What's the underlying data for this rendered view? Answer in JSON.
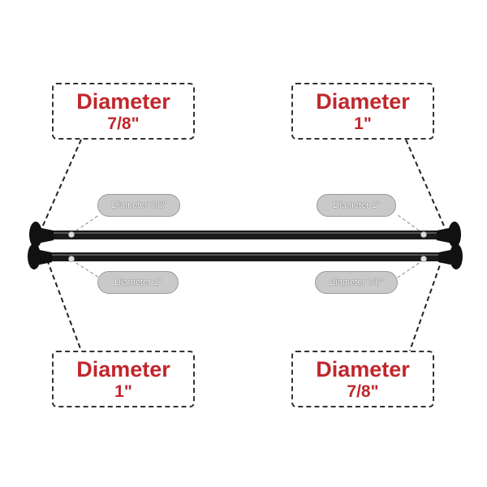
{
  "callouts": {
    "top_left": {
      "line1": "Diameter",
      "line2": "7/8\""
    },
    "top_right": {
      "line1": "Diameter",
      "line2": "1\""
    },
    "bottom_left": {
      "line1": "Diameter",
      "line2": "1\""
    },
    "bottom_right": {
      "line1": "Diameter",
      "line2": "7/8\""
    }
  },
  "tags": {
    "upper_left": "Diameter 7/8\"",
    "upper_right": "Diameter 1\"",
    "lower_left": "Diameter 1\"",
    "lower_right": "Diameter 7/8\""
  },
  "colors": {
    "accent": "#c0272d",
    "rod": "#1a1a1a",
    "pill": "#c9c9c9"
  }
}
